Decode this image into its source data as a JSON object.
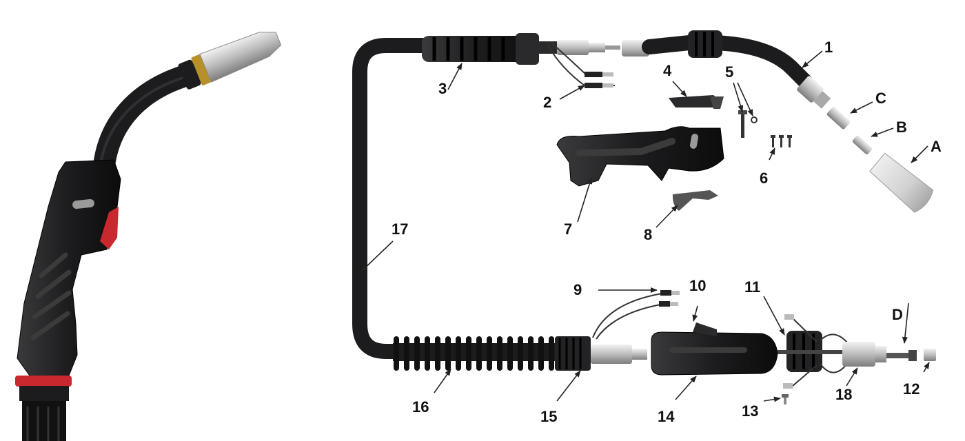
{
  "diagram": {
    "callouts": [
      {
        "id": "1",
        "text": "1"
      },
      {
        "id": "2",
        "text": "2"
      },
      {
        "id": "3",
        "text": "3"
      },
      {
        "id": "4",
        "text": "4"
      },
      {
        "id": "5",
        "text": "5"
      },
      {
        "id": "6",
        "text": "6"
      },
      {
        "id": "7",
        "text": "7"
      },
      {
        "id": "8",
        "text": "8"
      },
      {
        "id": "9",
        "text": "9"
      },
      {
        "id": "10",
        "text": "10"
      },
      {
        "id": "11",
        "text": "11"
      },
      {
        "id": "12",
        "text": "12"
      },
      {
        "id": "13",
        "text": "13"
      },
      {
        "id": "14",
        "text": "14"
      },
      {
        "id": "15",
        "text": "15"
      },
      {
        "id": "16",
        "text": "16"
      },
      {
        "id": "17",
        "text": "17"
      },
      {
        "id": "18",
        "text": "18"
      },
      {
        "id": "A",
        "text": "A"
      },
      {
        "id": "B",
        "text": "B"
      },
      {
        "id": "C",
        "text": "C"
      },
      {
        "id": "D",
        "text": "D"
      }
    ],
    "colors": {
      "body_black": "#1c1c1e",
      "metal_silver": "#c8c8c8",
      "brass_ring": "#b8902a",
      "trigger_red": "#c8282e",
      "nozzle_grey": "#d9d9d9",
      "label_text": "#111111"
    }
  }
}
